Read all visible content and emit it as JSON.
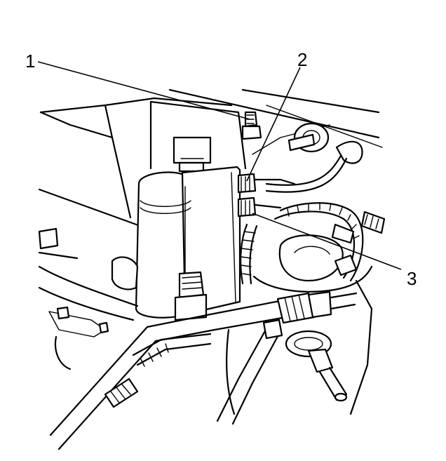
{
  "diagram": {
    "callouts": [
      {
        "label": "1",
        "target": "mounting-bolt"
      },
      {
        "label": "2",
        "target": "upper-line-fitting"
      },
      {
        "label": "3",
        "target": "lower-line-fitting"
      }
    ],
    "stroke_color": "#000000",
    "background_color": "#ffffff"
  }
}
